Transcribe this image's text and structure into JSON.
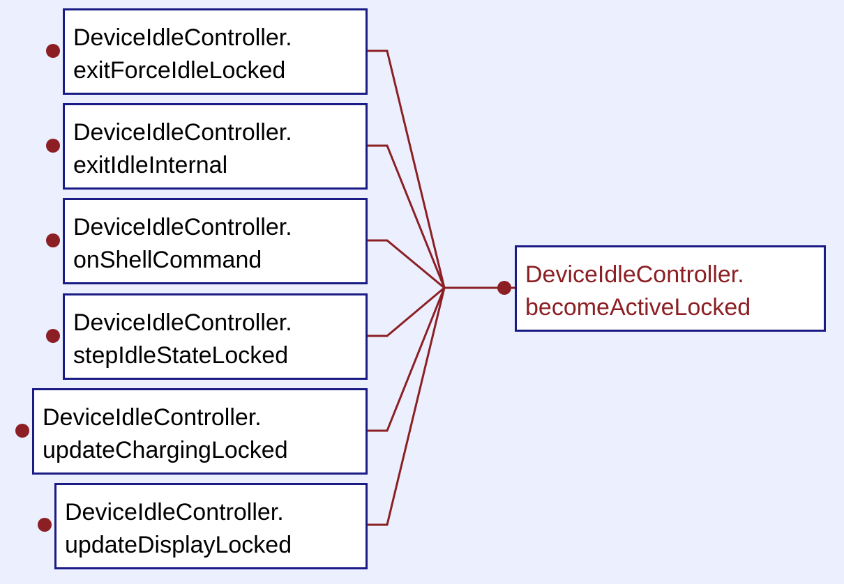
{
  "colors": {
    "background": "#ecf0fe",
    "node_border": "#1b1b85",
    "edge": "#8b1f24",
    "target_text": "#8b1f24"
  },
  "callers": [
    {
      "line1": "DeviceIdleController.",
      "line2": "exitForceIdleLocked"
    },
    {
      "line1": "DeviceIdleController.",
      "line2": "exitIdleInternal"
    },
    {
      "line1": "DeviceIdleController.",
      "line2": "onShellCommand"
    },
    {
      "line1": "DeviceIdleController.",
      "line2": "stepIdleStateLocked"
    },
    {
      "line1": "DeviceIdleController.",
      "line2": "updateChargingLocked"
    },
    {
      "line1": "DeviceIdleController.",
      "line2": "updateDisplayLocked"
    }
  ],
  "target": {
    "line1": "DeviceIdleController.",
    "line2": "becomeActiveLocked"
  }
}
